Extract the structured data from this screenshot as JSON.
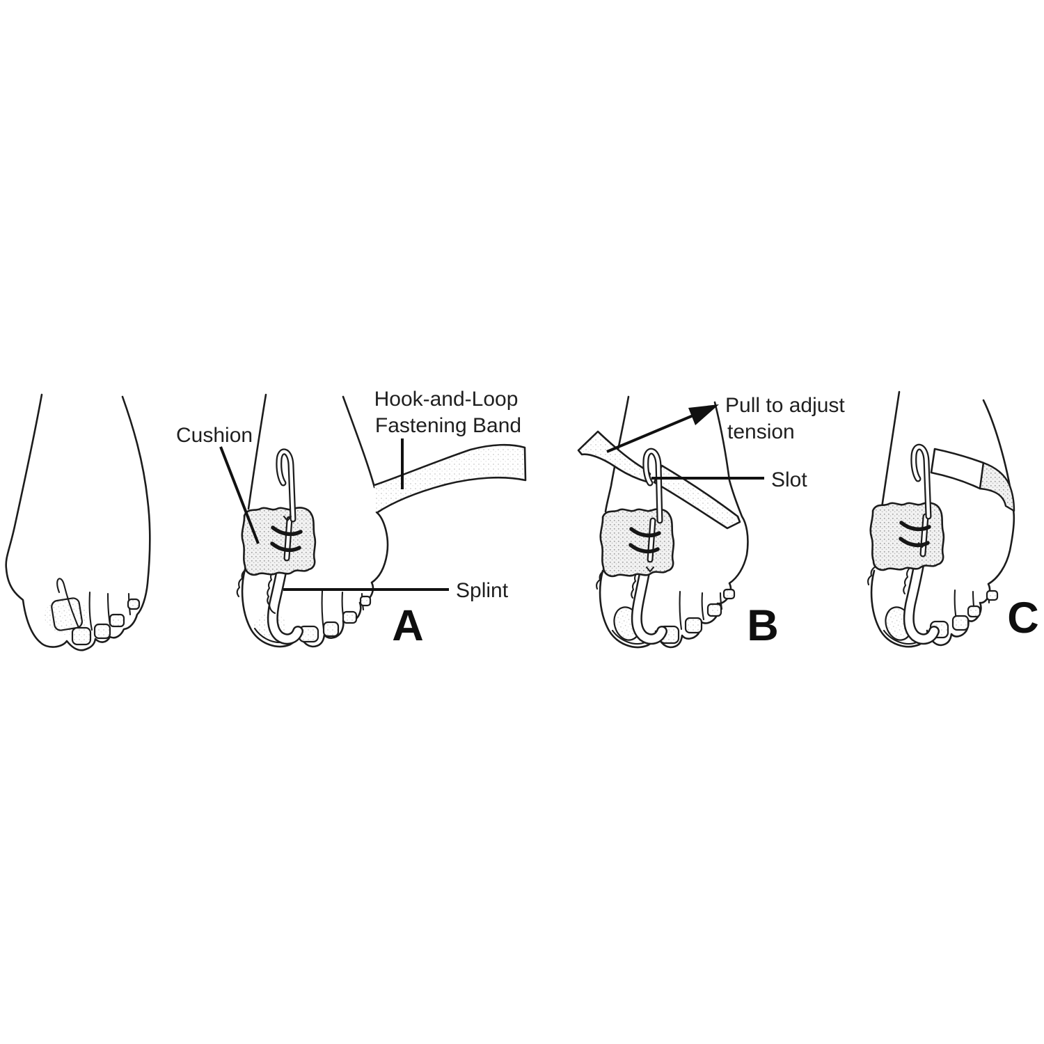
{
  "figure": {
    "background_color": "#ffffff",
    "line_color": "#1c1c1c",
    "text_color": "#1f1f1f",
    "annotations": {
      "cushion": "Cushion",
      "hook_and_loop_line1": "Hook-and-Loop",
      "hook_and_loop_line2": "Fastening Band",
      "splint": "Splint",
      "pull_line1": "Pull to adjust",
      "pull_line2": "tension",
      "slot": "Slot"
    },
    "panel_letters": {
      "step_a": "A",
      "step_b": "B",
      "step_c": "C"
    }
  }
}
